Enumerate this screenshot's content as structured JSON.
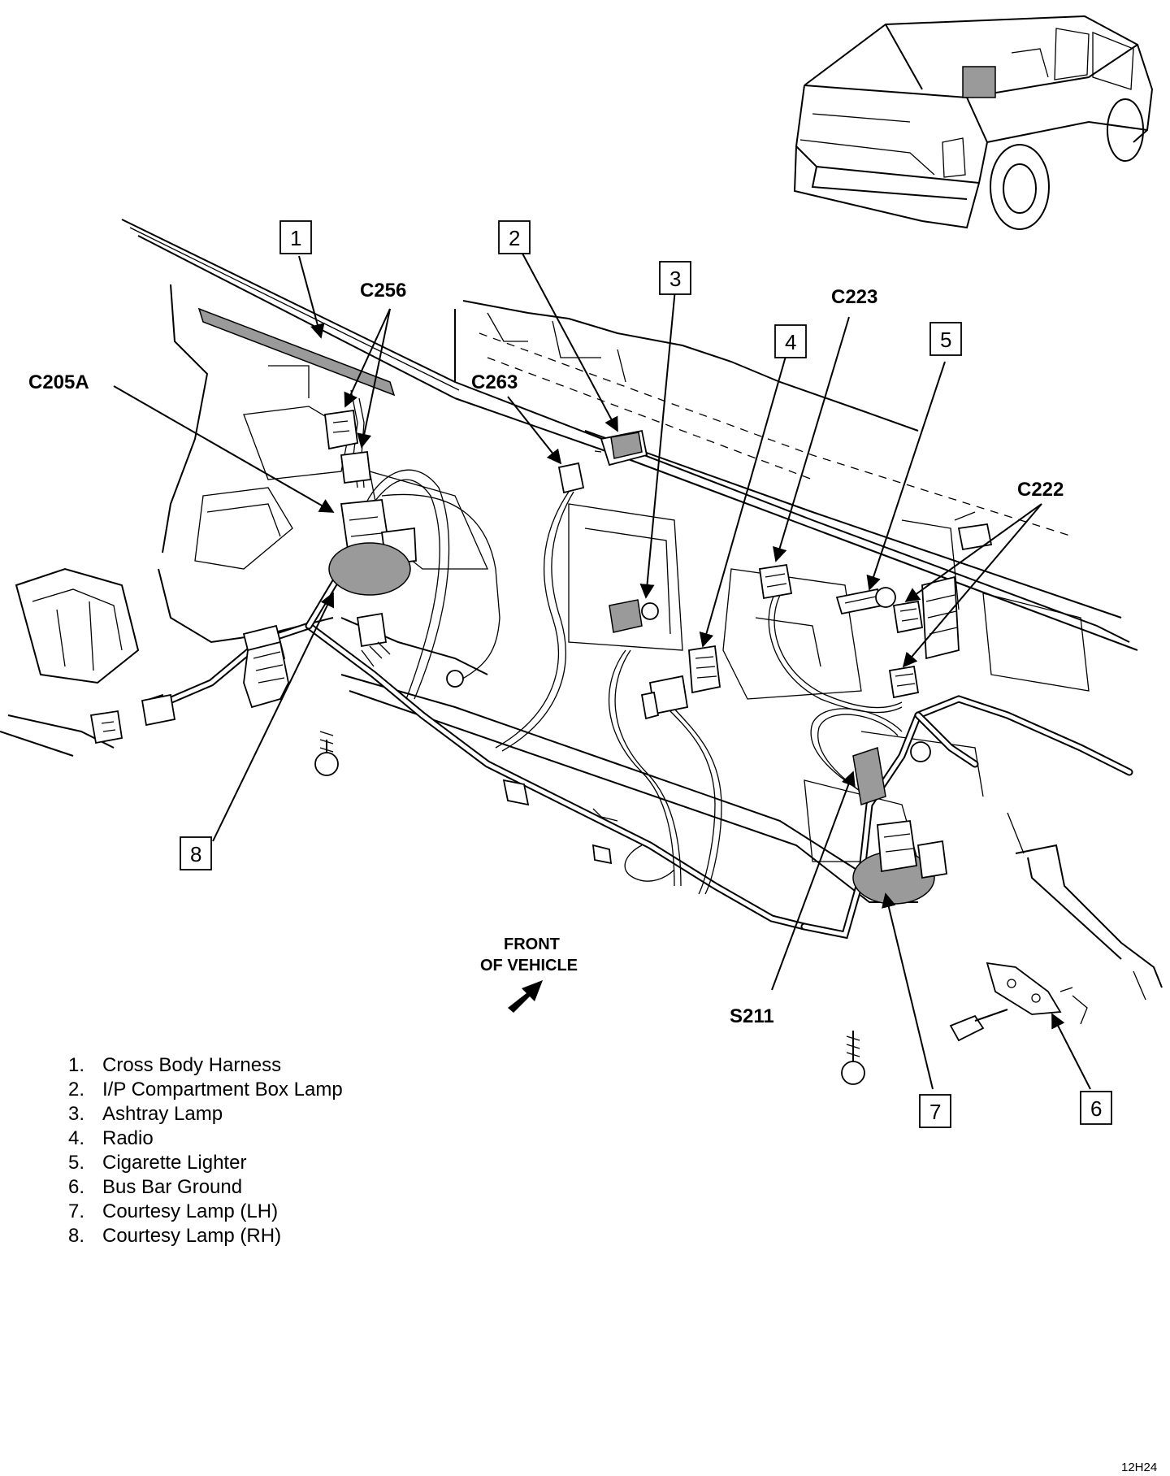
{
  "connectors": {
    "c256": "C256",
    "c205a": "C205A",
    "c263": "C263",
    "c223": "C223",
    "c222": "C222",
    "s211": "S211"
  },
  "callouts": [
    "1",
    "2",
    "3",
    "4",
    "5",
    "6",
    "7",
    "8"
  ],
  "front_indicator": {
    "line1": "FRONT",
    "line2": "OF VEHICLE"
  },
  "legend": [
    {
      "num": "1.",
      "text": "Cross Body Harness"
    },
    {
      "num": "2.",
      "text": "I/P Compartment Box Lamp"
    },
    {
      "num": "3.",
      "text": "Ashtray Lamp"
    },
    {
      "num": "4.",
      "text": "Radio"
    },
    {
      "num": "5.",
      "text": "Cigarette Lighter"
    },
    {
      "num": "6.",
      "text": "Bus Bar Ground"
    },
    {
      "num": "7.",
      "text": "Courtesy Lamp (LH)"
    },
    {
      "num": "8.",
      "text": "Courtesy Lamp (RH)"
    }
  ],
  "figure_code": "12H24"
}
